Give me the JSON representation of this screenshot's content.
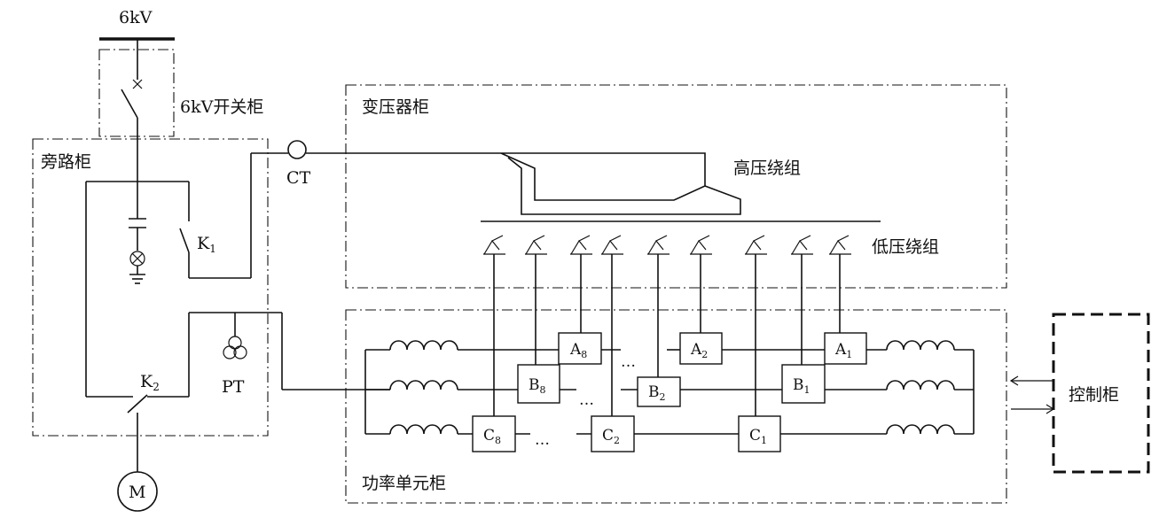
{
  "labels": {
    "source_voltage": "6kV",
    "switch_cabinet": "6kV开关柜",
    "bypass_cabinet": "旁路柜",
    "current_transformer": "CT",
    "transformer_cabinet": "变压器柜",
    "hv_winding": "高压绕组",
    "lv_winding": "低压绕组",
    "contactor_k1": "K",
    "contactor_k1_sub": "1",
    "contactor_k2": "K",
    "contactor_k2_sub": "2",
    "potential_transformer": "PT",
    "motor": "M",
    "power_unit_cabinet": "功率单元柜",
    "control_cabinet": "控制柜",
    "ellipsis": "…"
  },
  "power_units": {
    "phase_a": [
      {
        "letter": "A",
        "sub": "8"
      },
      {
        "letter": "A",
        "sub": "2"
      },
      {
        "letter": "A",
        "sub": "1"
      }
    ],
    "phase_b": [
      {
        "letter": "B",
        "sub": "8"
      },
      {
        "letter": "B",
        "sub": "2"
      },
      {
        "letter": "B",
        "sub": "1"
      }
    ],
    "phase_c": [
      {
        "letter": "C",
        "sub": "8"
      },
      {
        "letter": "C",
        "sub": "2"
      },
      {
        "letter": "C",
        "sub": "1"
      }
    ]
  }
}
